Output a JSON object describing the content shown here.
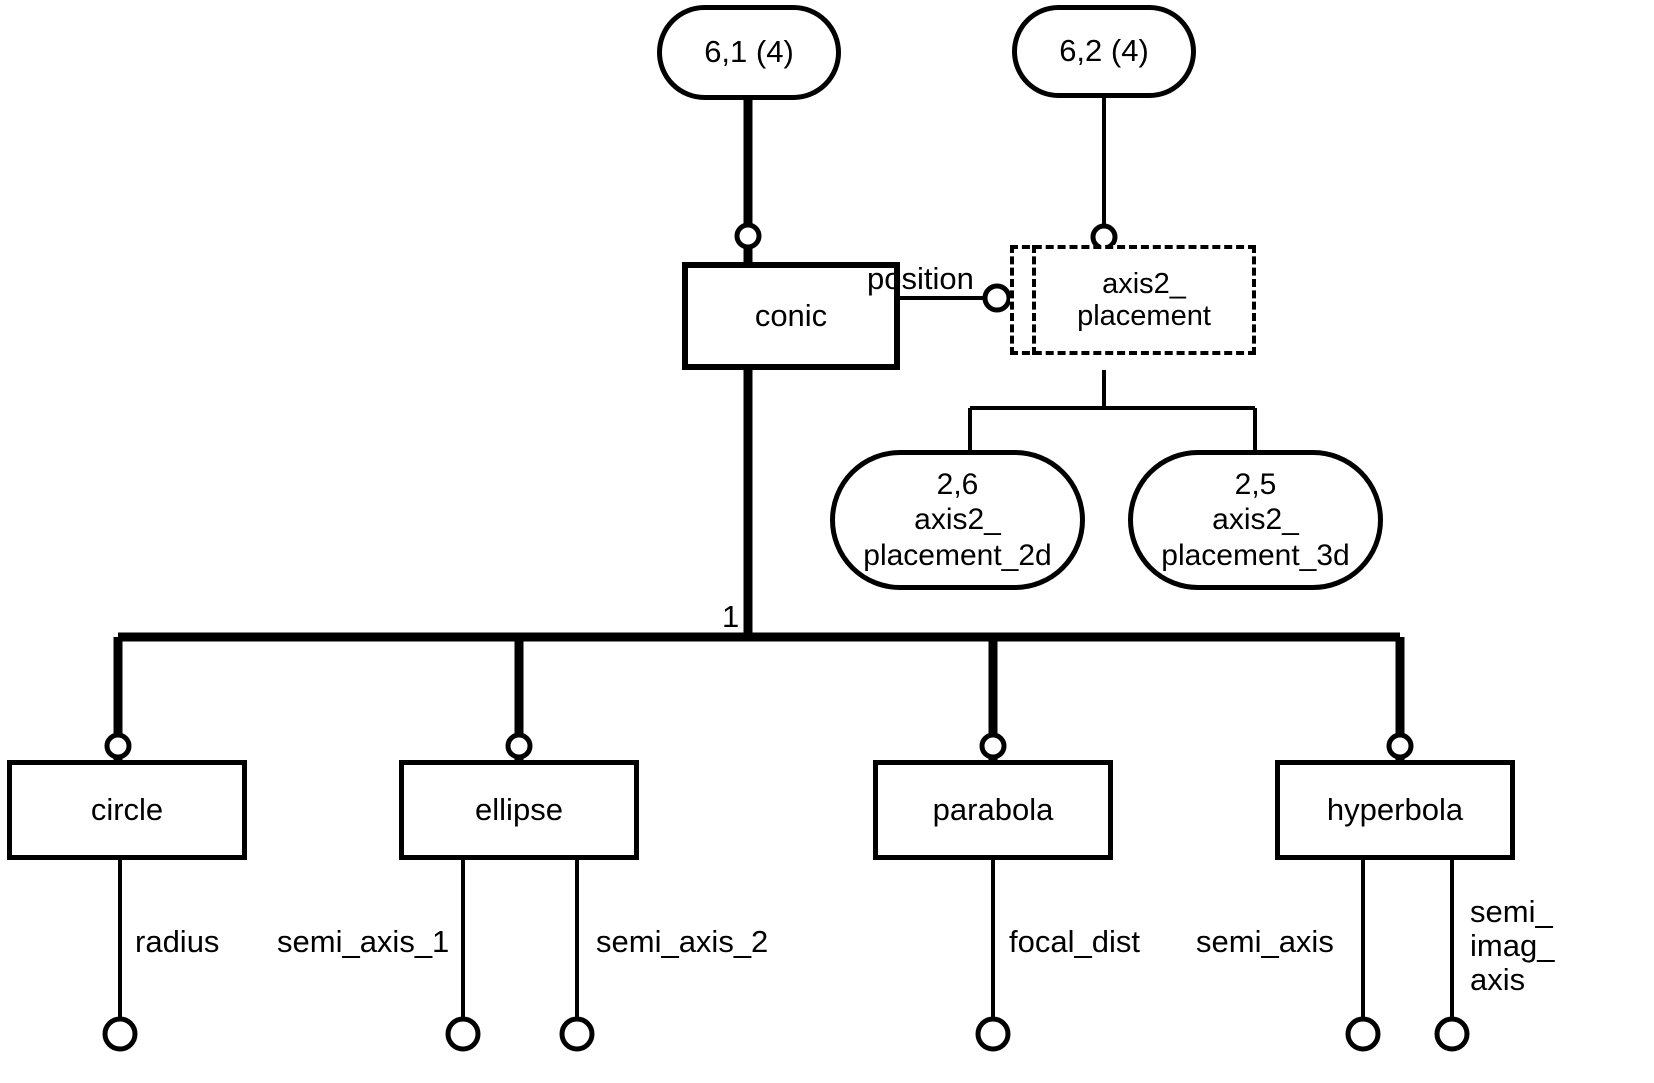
{
  "diagram": {
    "type": "express-g-entity-level-diagram",
    "title": "conic entity EXPRESS-G diagram",
    "page_refs": [
      {
        "id": "ref-6-1",
        "label": "6,1 (4)"
      },
      {
        "id": "ref-6-2",
        "label": "6,2 (4)"
      }
    ],
    "entities": [
      {
        "id": "conic",
        "label": "conic"
      },
      {
        "id": "circle",
        "label": "circle"
      },
      {
        "id": "ellipse",
        "label": "ellipse"
      },
      {
        "id": "parabola",
        "label": "parabola"
      },
      {
        "id": "hyperbola",
        "label": "hyperbola"
      }
    ],
    "referenced_entity": {
      "id": "axis2_placement",
      "label_line1": "axis2_",
      "label_line2": "placement"
    },
    "select_targets": [
      {
        "id": "axis2_placement_2d",
        "page": "2,6",
        "line1": "axis2_",
        "line2": "placement_2d"
      },
      {
        "id": "axis2_placement_3d",
        "page": "2,5",
        "line1": "axis2_",
        "line2": "placement_3d"
      }
    ],
    "relationship_labels": [
      {
        "id": "position",
        "text": "position"
      },
      {
        "id": "supertype-one",
        "text": "1"
      }
    ],
    "attributes": [
      {
        "id": "radius",
        "owner": "circle",
        "text": "radius"
      },
      {
        "id": "semi_axis_1",
        "owner": "ellipse",
        "text": "semi_axis_1"
      },
      {
        "id": "semi_axis_2",
        "owner": "ellipse",
        "text": "semi_axis_2"
      },
      {
        "id": "focal_dist",
        "owner": "parabola",
        "text": "focal_dist"
      },
      {
        "id": "semi_axis",
        "owner": "hyperbola",
        "text": "semi_axis"
      },
      {
        "id": "semi_imag_axis",
        "owner": "hyperbola",
        "text": "semi_\nimag_\naxis"
      }
    ],
    "colors": {
      "stroke": "#000000",
      "background": "#ffffff",
      "text": "#000000"
    }
  }
}
